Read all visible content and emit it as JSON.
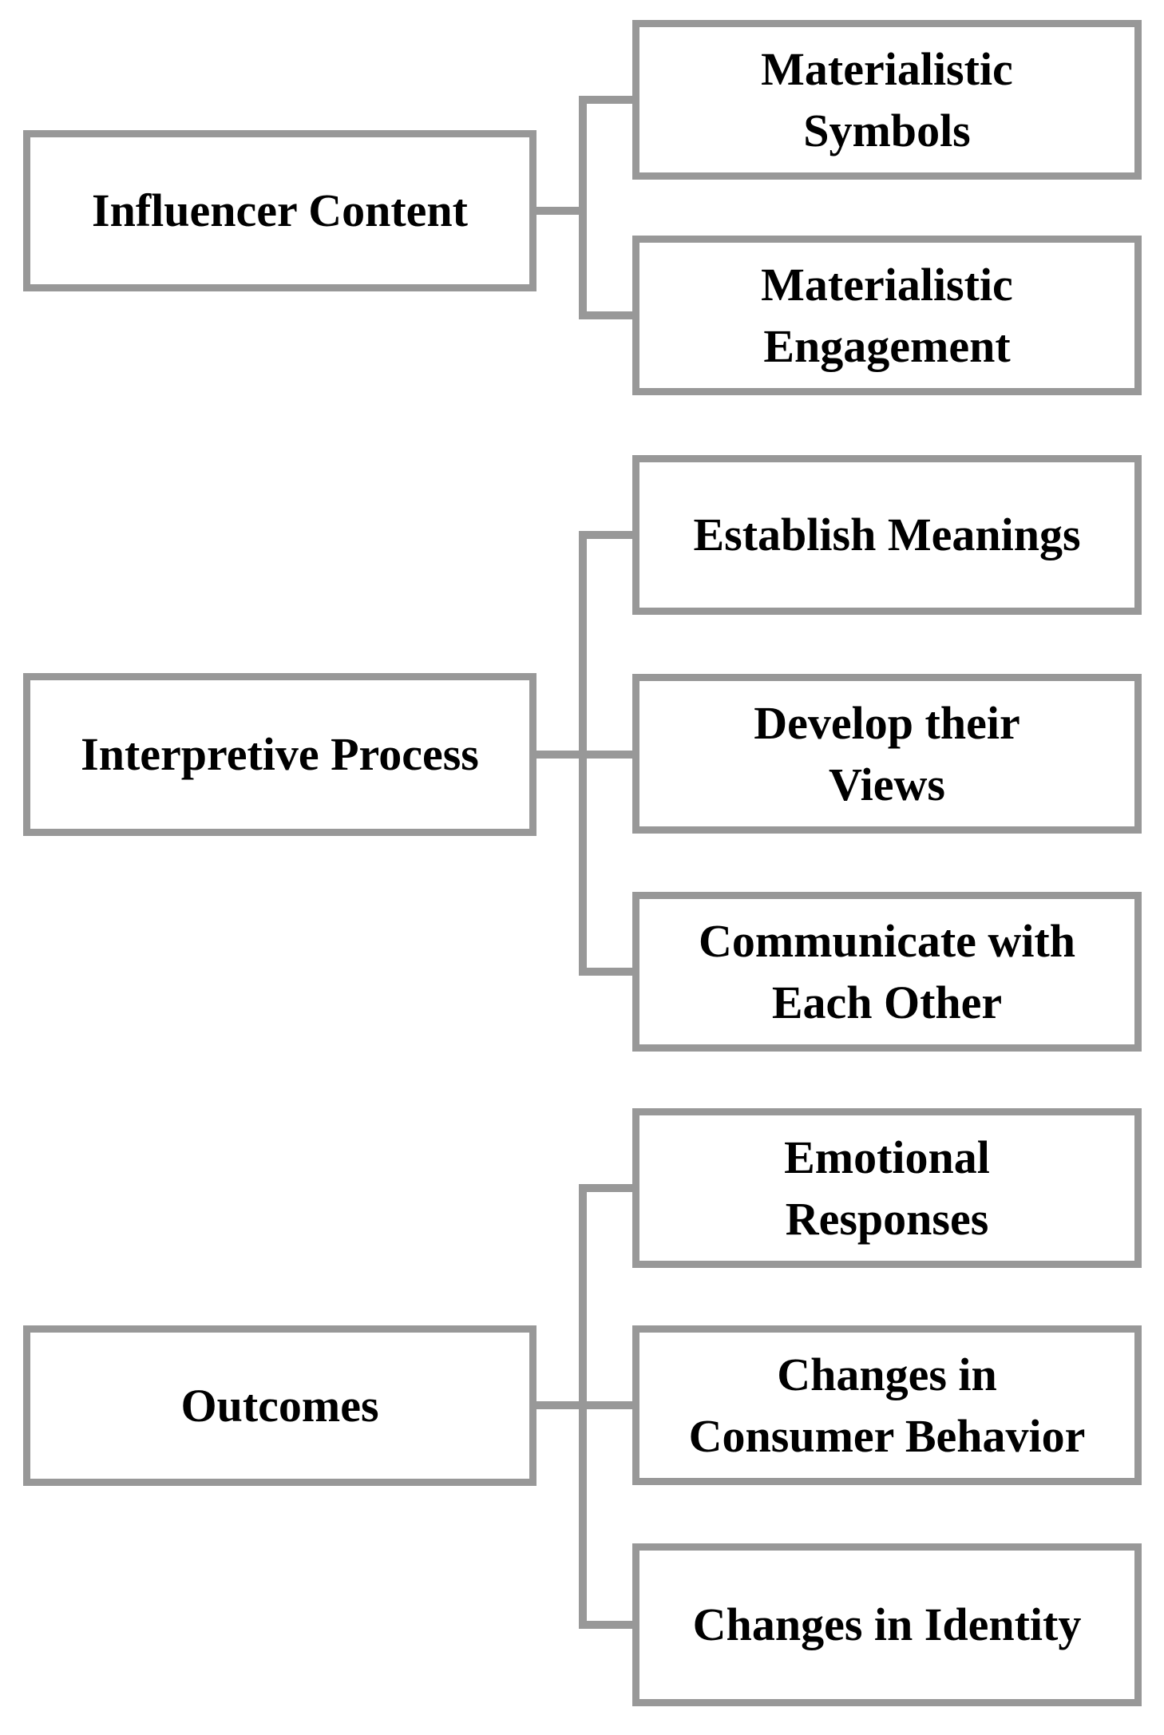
{
  "colors": {
    "box_border": "#989898",
    "connector": "#989898",
    "text": "#000000",
    "background": "#ffffff"
  },
  "groups": [
    {
      "parent": {
        "label": "Influencer Content"
      },
      "children": [
        {
          "label": "Materialistic\nSymbols"
        },
        {
          "label": "Materialistic\nEngagement"
        }
      ]
    },
    {
      "parent": {
        "label": "Interpretive Process"
      },
      "children": [
        {
          "label": "Establish Meanings"
        },
        {
          "label": "Develop their\nViews"
        },
        {
          "label": "Communicate with\nEach Other"
        }
      ]
    },
    {
      "parent": {
        "label": "Outcomes"
      },
      "children": [
        {
          "label": "Emotional\nResponses"
        },
        {
          "label": "Changes in\nConsumer Behavior"
        },
        {
          "label": "Changes in Identity"
        }
      ]
    }
  ]
}
